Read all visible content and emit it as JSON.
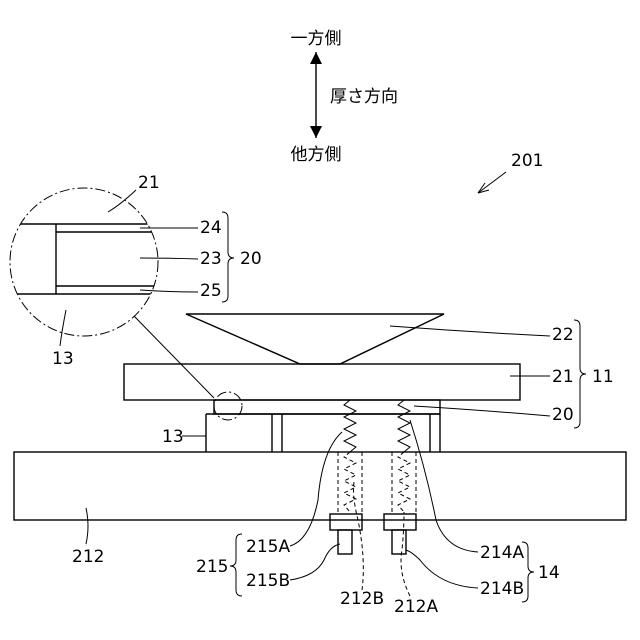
{
  "direction": {
    "one_side": "一方側",
    "thickness_direction": "厚さ方向",
    "other_side": "他方側"
  },
  "labels": {
    "l201": "201",
    "l21_detail": "21",
    "l24": "24",
    "l23": "23",
    "l25": "25",
    "l20_detail": "20",
    "l13_detail": "13",
    "l22": "22",
    "l21": "21",
    "l11": "11",
    "l20": "20",
    "l13": "13",
    "l212": "212",
    "l215A": "215A",
    "l215B": "215B",
    "l215": "215",
    "l212B": "212B",
    "l212A": "212A",
    "l214A": "214A",
    "l214B": "214B",
    "l14": "14"
  }
}
